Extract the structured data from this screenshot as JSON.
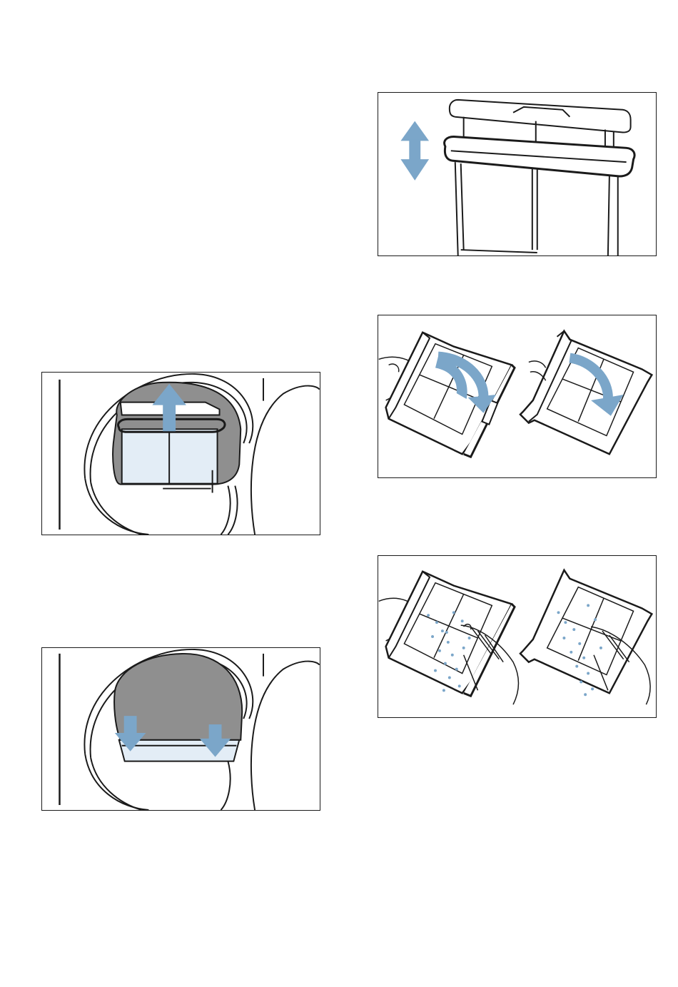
{
  "page": {
    "type": "instruction-illustrations",
    "colors": {
      "line": "#1a1a1a",
      "arrow": "#7ba6c9",
      "filter_fill": "#e3edf6",
      "drum_shadow": "#8f8f8f",
      "lint": "#7ba6c9"
    }
  },
  "illustrations": [
    {
      "id": "remove-fluff-filter",
      "arrow": "arrow-up"
    },
    {
      "id": "clean-filter-seat",
      "arrow": "arrow-down"
    },
    {
      "id": "separate-filter-parts",
      "arrow": "arrow-up-down"
    },
    {
      "id": "open-filter",
      "arrow": "arrow-curved"
    },
    {
      "id": "remove-fluff",
      "arrow": ""
    }
  ]
}
